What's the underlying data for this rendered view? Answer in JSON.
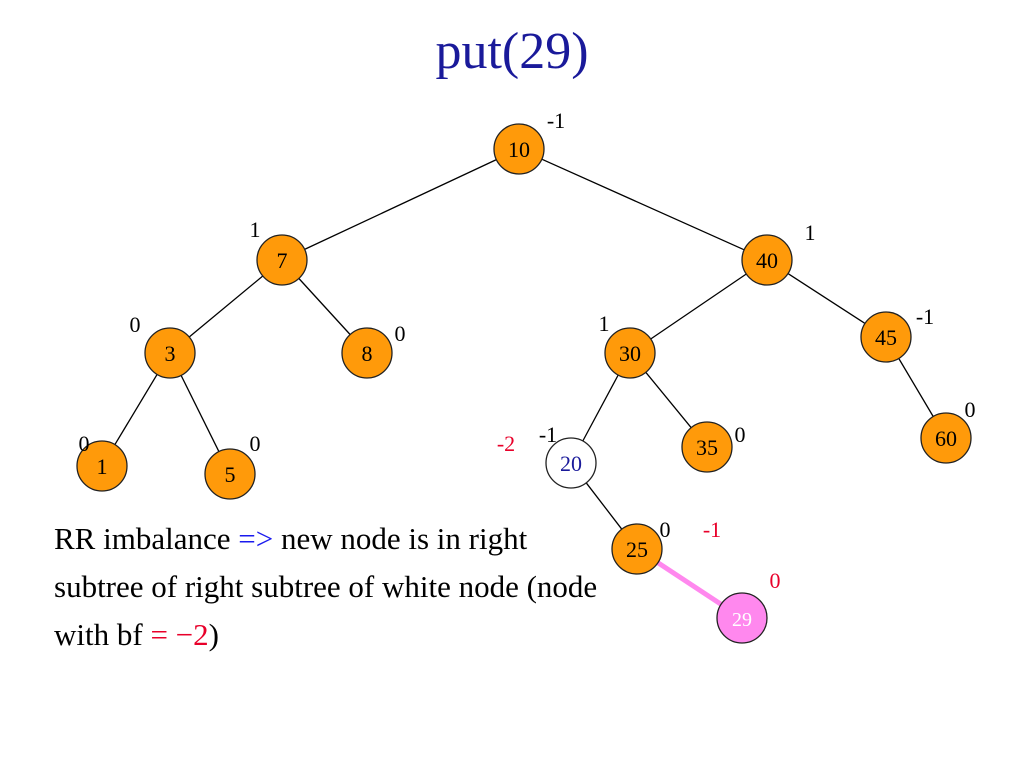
{
  "title": "put(29)",
  "colors": {
    "title": "#1a1a9a",
    "node_fill": "#ff9a0a",
    "node_stroke": "#222222",
    "white_node_fill": "#ffffff",
    "white_node_text": "#1a1a9a",
    "new_node_fill": "#ff88ee",
    "new_node_text": "#ffffff",
    "new_edge": "#ff88ee",
    "edge": "#000000",
    "bf_text": "#000000",
    "bf_highlight": "#e8002a",
    "arrow_text": "#1a1aee"
  },
  "nodes": [
    {
      "id": "n10",
      "key": "10",
      "kind": "normal"
    },
    {
      "id": "n7",
      "key": "7",
      "kind": "normal"
    },
    {
      "id": "n40",
      "key": "40",
      "kind": "normal"
    },
    {
      "id": "n3",
      "key": "3",
      "kind": "normal"
    },
    {
      "id": "n8",
      "key": "8",
      "kind": "normal"
    },
    {
      "id": "n30",
      "key": "30",
      "kind": "normal"
    },
    {
      "id": "n45",
      "key": "45",
      "kind": "normal"
    },
    {
      "id": "n1",
      "key": "1",
      "kind": "normal"
    },
    {
      "id": "n5",
      "key": "5",
      "kind": "normal"
    },
    {
      "id": "n20",
      "key": "20",
      "kind": "white"
    },
    {
      "id": "n35",
      "key": "35",
      "kind": "normal"
    },
    {
      "id": "n60",
      "key": "60",
      "kind": "normal"
    },
    {
      "id": "n25",
      "key": "25",
      "kind": "normal"
    },
    {
      "id": "n29",
      "key": "29",
      "kind": "new"
    }
  ],
  "edges": [
    {
      "from": "n10",
      "to": "n7"
    },
    {
      "from": "n10",
      "to": "n40"
    },
    {
      "from": "n7",
      "to": "n3"
    },
    {
      "from": "n7",
      "to": "n8"
    },
    {
      "from": "n40",
      "to": "n30"
    },
    {
      "from": "n40",
      "to": "n45"
    },
    {
      "from": "n3",
      "to": "n1"
    },
    {
      "from": "n3",
      "to": "n5"
    },
    {
      "from": "n30",
      "to": "n20"
    },
    {
      "from": "n30",
      "to": "n35"
    },
    {
      "from": "n45",
      "to": "n60"
    },
    {
      "from": "n20",
      "to": "n25"
    },
    {
      "from": "n25",
      "to": "n29",
      "highlight": true
    }
  ],
  "balance_factors": [
    {
      "node": "n10",
      "value": "-1",
      "style": "normal"
    },
    {
      "node": "n7",
      "value": "1",
      "style": "normal"
    },
    {
      "node": "n40",
      "value": "1",
      "style": "normal"
    },
    {
      "node": "n3",
      "value": "0",
      "style": "normal"
    },
    {
      "node": "n8",
      "value": "0",
      "style": "normal"
    },
    {
      "node": "n30",
      "value": "1",
      "style": "normal"
    },
    {
      "node": "n45",
      "value": "-1",
      "style": "normal"
    },
    {
      "node": "n1",
      "value": "0",
      "style": "normal"
    },
    {
      "node": "n5",
      "value": "0",
      "style": "normal"
    },
    {
      "node": "n20",
      "value": "-1",
      "style": "normal"
    },
    {
      "node": "n20",
      "value": "-2",
      "style": "updated"
    },
    {
      "node": "n35",
      "value": "0",
      "style": "normal"
    },
    {
      "node": "n60",
      "value": "0",
      "style": "normal"
    },
    {
      "node": "n25",
      "value": "0",
      "style": "normal"
    },
    {
      "node": "n25",
      "value": "-1",
      "style": "updated"
    },
    {
      "node": "n29",
      "value": "0",
      "style": "updated"
    }
  ],
  "explanation": {
    "part1": "RR imbalance ",
    "arrow": "=>",
    "part2": " new node is in right subtree of right subtree of white node (node with bf ",
    "bf_value": "= −2",
    "part3": ")"
  }
}
